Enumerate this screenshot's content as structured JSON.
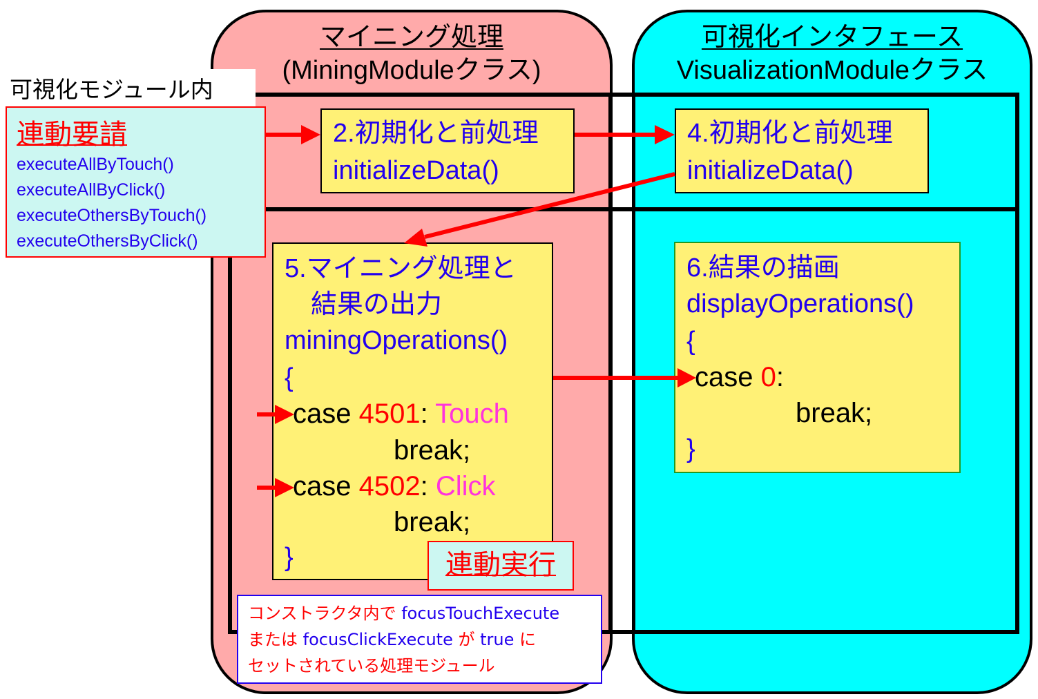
{
  "left_label": "可視化モジュール内",
  "request_box": {
    "title": "連動要請",
    "methods": [
      "executeAllByTouch()",
      "executeAllByClick()",
      "executeOthersByTouch()",
      "executeOthersByClick()"
    ]
  },
  "mining_panel": {
    "title": "マイニング処理",
    "subtitle": "(MiningModuleクラス)",
    "init_box": {
      "step": "2.初期化と前処理",
      "method": "initializeData()"
    },
    "ops_box": {
      "step_line1": "5.マイニング処理と",
      "step_line2": "結果の出力",
      "method": "miningOperations()",
      "open_brace": "{",
      "cases": [
        {
          "keyword": "case",
          "value": "4501",
          "colon": ":",
          "label": "Touch",
          "body": "break;"
        },
        {
          "keyword": "case",
          "value": "4502",
          "colon": ":",
          "label": "Click",
          "body": "break;"
        }
      ],
      "close_brace": "}"
    },
    "execute_label": "連動実行",
    "note": {
      "line1_a": "コンストラクタ内で",
      "line1_b": "focusTouchExecute",
      "line2_a": "または",
      "line2_b": "focusClickExecute",
      "line2_c": "が",
      "line2_d": "true",
      "line2_e": "に",
      "line3": "セットされている処理モジュール"
    }
  },
  "viz_panel": {
    "title": "可視化インタフェース",
    "subtitle": "VisualizationModuleクラス",
    "init_box": {
      "step": "4.初期化と前処理",
      "method": "initializeData()"
    },
    "display_box": {
      "step": "6.結果の描画",
      "method": "displayOperations()",
      "open_brace": "{",
      "case": {
        "keyword": "case",
        "value": "0",
        "colon": ":",
        "body": "break;"
      },
      "close_brace": "}"
    }
  },
  "colors": {
    "mining_bg": "#ffaaaa",
    "viz_bg": "#00ffff",
    "box_bg": "#fff176",
    "request_bg": "#ccf7f2",
    "arrow": "#ff0000",
    "method_text": "#2200ee",
    "label_text": "#ff33dd"
  }
}
